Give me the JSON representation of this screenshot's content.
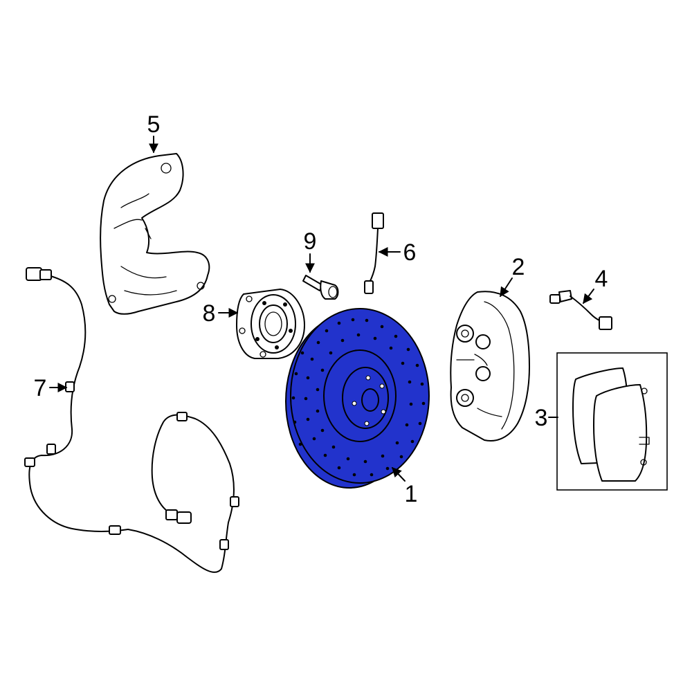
{
  "diagram": {
    "callouts": [
      {
        "id": "1",
        "label": "1"
      },
      {
        "id": "2",
        "label": "2"
      },
      {
        "id": "3",
        "label": "3"
      },
      {
        "id": "4",
        "label": "4"
      },
      {
        "id": "5",
        "label": "5"
      },
      {
        "id": "6",
        "label": "6"
      },
      {
        "id": "7",
        "label": "7"
      },
      {
        "id": "8",
        "label": "8"
      },
      {
        "id": "9",
        "label": "9"
      }
    ],
    "colors": {
      "highlight": "#2233cc",
      "line": "#000000",
      "background": "#ffffff"
    }
  }
}
